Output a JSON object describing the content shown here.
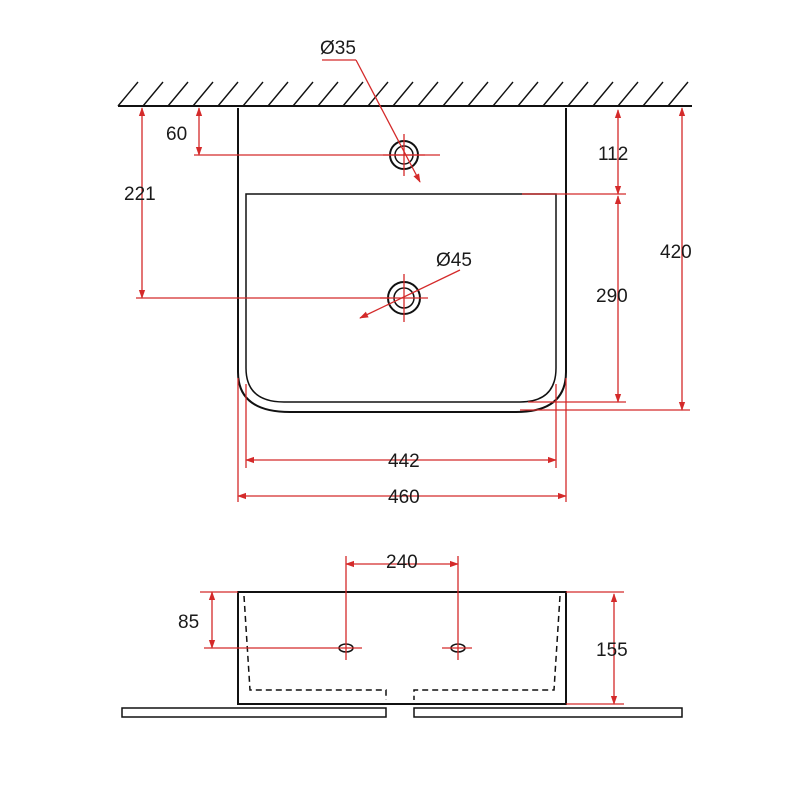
{
  "plan_view": {
    "tap_hole": {
      "label": "Ø35"
    },
    "waste_hole": {
      "label": "Ø45"
    },
    "dims": {
      "tap_offset": "60",
      "waste_offset": "221",
      "basin_top_gap": "112",
      "bowl_depth": "290",
      "total_depth": "420",
      "bowl_width": "442",
      "total_width": "460"
    }
  },
  "side_view": {
    "dims": {
      "bracket_spacing": "240",
      "fixing_height": "85",
      "total_height": "155"
    }
  },
  "colors": {
    "dimension_line": "#d42a2a",
    "outline": "#111111"
  }
}
